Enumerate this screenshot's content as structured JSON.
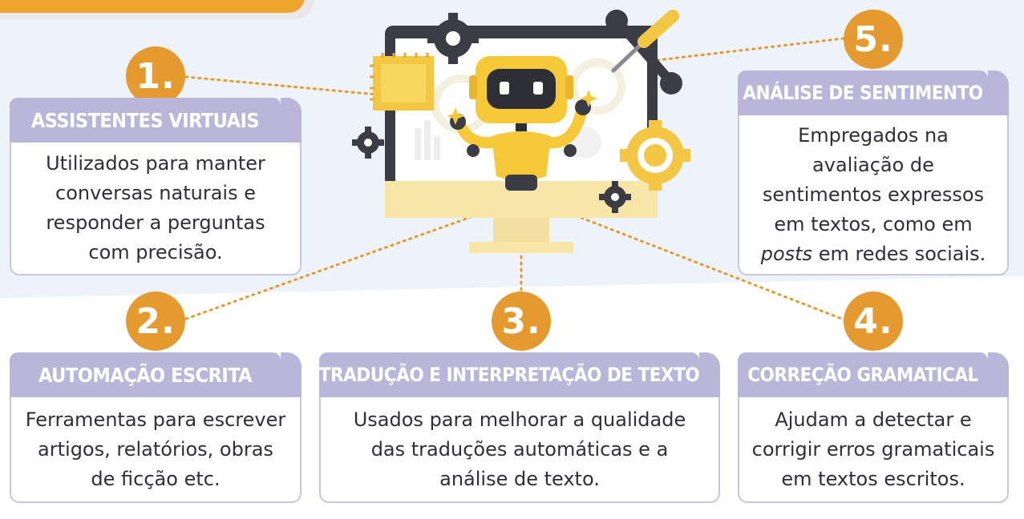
{
  "colors": {
    "accent_orange": "#e49a2e",
    "title_lavender": "#b9b6da",
    "band_blue": "#eef2f9",
    "text_dark": "#2f2f38"
  },
  "illustration": {
    "description_icons": [
      "monitor-icon",
      "robot-icon",
      "gear-icon",
      "wrench-icon",
      "screwdriver-icon",
      "chip-icon"
    ]
  },
  "items": [
    {
      "number": "1.",
      "title": "ASSISTENTES VIRTUAIS",
      "lines": [
        "Utilizados para manter",
        "conversas naturais e",
        "responder a perguntas",
        "com precisão."
      ]
    },
    {
      "number": "2.",
      "title": "AUTOMAÇÃO ESCRITA",
      "lines": [
        "Ferramentas para escrever",
        "artigos, relatórios, obras",
        "de ficção etc."
      ]
    },
    {
      "number": "3.",
      "title": "TRADUÇÃO E INTERPRETAÇÃO DE TEXTO",
      "lines": [
        "Usados para melhorar a qualidade",
        "das traduções automáticas e a",
        "análise de texto."
      ]
    },
    {
      "number": "4.",
      "title": "CORREÇÃO GRAMATICAL",
      "lines": [
        "Ajudam a detectar e",
        "corrigir erros gramaticais",
        "em textos escritos."
      ]
    },
    {
      "number": "5.",
      "title": "ANÁLISE DE SENTIMENTO",
      "lines": [
        "Empregados na",
        "avaliação de",
        "sentimentos expressos",
        "em textos, como em"
      ],
      "last_line_italic": "posts",
      "last_line_rest": " em redes sociais."
    }
  ]
}
